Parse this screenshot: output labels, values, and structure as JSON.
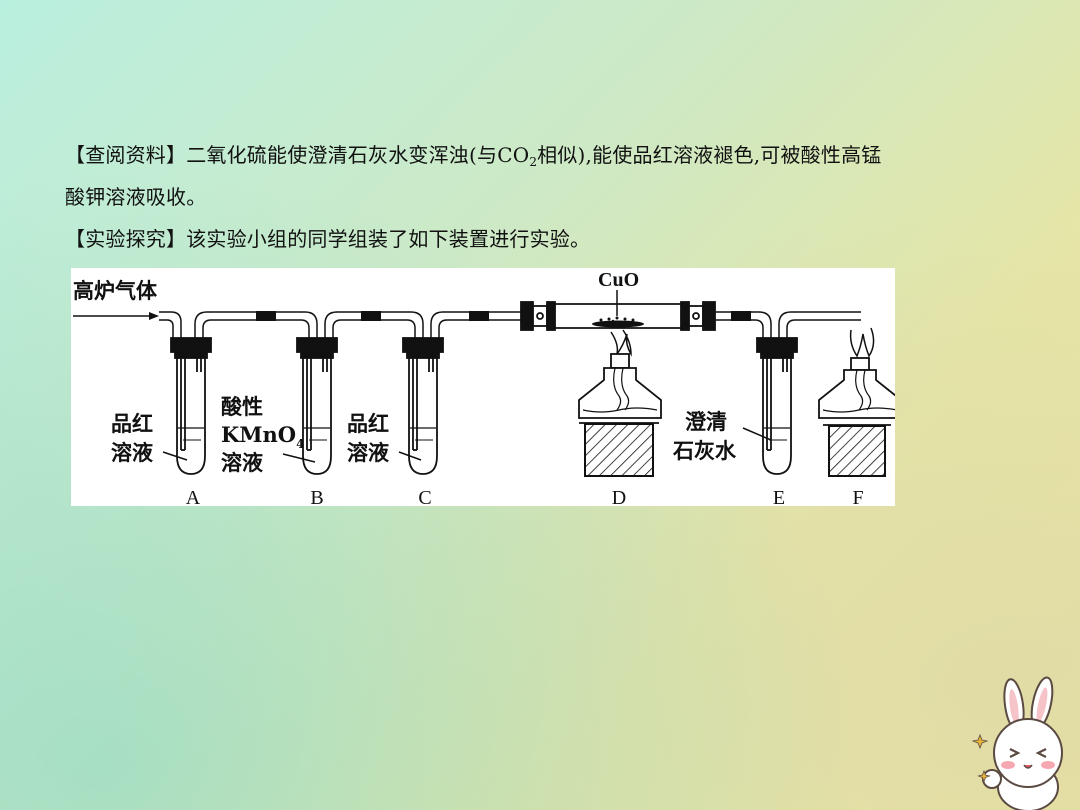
{
  "section1": {
    "bracket_title": "【查阅资料】",
    "line1_before_sub": "二氧化硫能使澄清石灰水变浑浊(与CO",
    "sub": "2",
    "line1_after_sub": "相似),能使品红溶液褪色,可被酸性高锰",
    "line2": "酸钾溶液吸收。"
  },
  "section2": {
    "bracket_title": "【实验探究】",
    "text": "该实验小组的同学组装了如下装置进行实验。"
  },
  "figure": {
    "gas_label": "高炉气体",
    "cuo_label": "CuO",
    "tube_a_label_1": "品红",
    "tube_a_label_2": "溶液",
    "tube_b_label_1": "酸性",
    "tube_b_label_2": "KMnO",
    "tube_b_sub": "4",
    "tube_b_label_3": "溶液",
    "tube_c_label_1": "品红",
    "tube_c_label_2": "溶液",
    "tube_e_label_1": "澄清",
    "tube_e_label_2": "石灰水",
    "letters": [
      "A",
      "B",
      "C",
      "D",
      "E",
      "F"
    ]
  }
}
